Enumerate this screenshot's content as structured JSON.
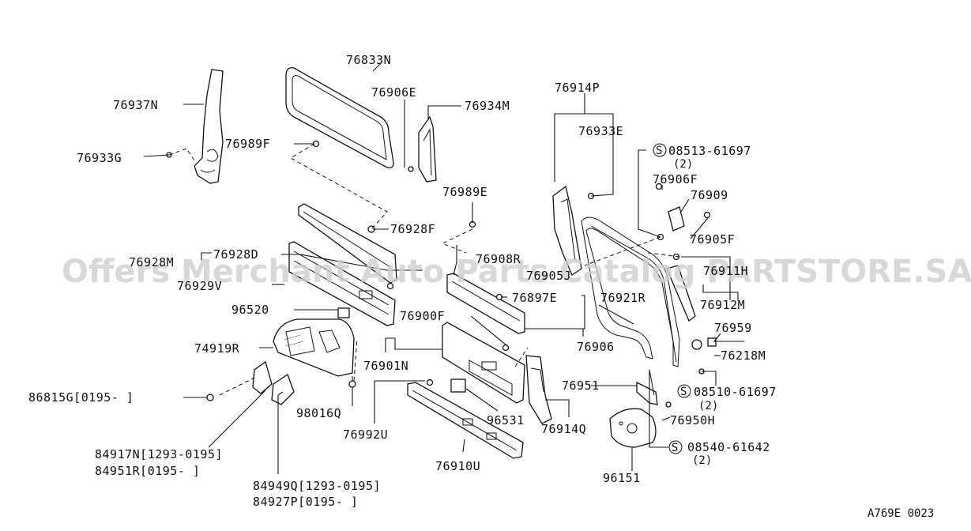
{
  "labels": {
    "l76833N": "76833N",
    "l76906E": "76906E",
    "l76934M": "76934M",
    "l76937N": "76937N",
    "l76989F": "76989F",
    "l76933G": "76933G",
    "l76989E": "76989E",
    "l76928F": "76928F",
    "l76928D": "76928D",
    "l76928M": "76928M",
    "l76929V": "76929V",
    "l96520": "96520",
    "l74919R": "74919R",
    "l86815G": "86815G[0195-   ]",
    "l84917N": "84917N[1293-0195]",
    "l84951R": "84951R[0195-   ]",
    "l84949Q": "84949Q[1293-0195]",
    "l84927P": "84927P[0195-   ]",
    "l98016Q": "98016Q",
    "l76992U": "76992U",
    "l76901N": "76901N",
    "l76900F": "76900F",
    "l76910U": "76910U",
    "l96531": "96531",
    "l76914Q": "76914Q",
    "l76908R": "76908R",
    "l76905J": "76905J",
    "l76897E": "76897E",
    "l76906": "76906",
    "l76921R": "76921R",
    "l76914P": "76914P",
    "l76933E": "76933E",
    "l08513": "08513-61697",
    "q08513": "(2)",
    "l76906F": "76906F",
    "l76909": "76909",
    "l76905F": "76905F",
    "l76911H": "76911H",
    "l76912M": "76912M",
    "l76959": "76959",
    "l76218M": "76218M",
    "l08510": "08510-61697",
    "q08510": "(2)",
    "l76950H": "76950H",
    "l76951": "76951",
    "l08540": "08540-61642",
    "q08540": "(2)",
    "l96151": "96151"
  },
  "symbols": {
    "screw_symbol": "S"
  },
  "reference_code": "A769E 0023",
  "watermark": "Offers Merchant Auto Parts Catalog PARTSTORE.SA"
}
